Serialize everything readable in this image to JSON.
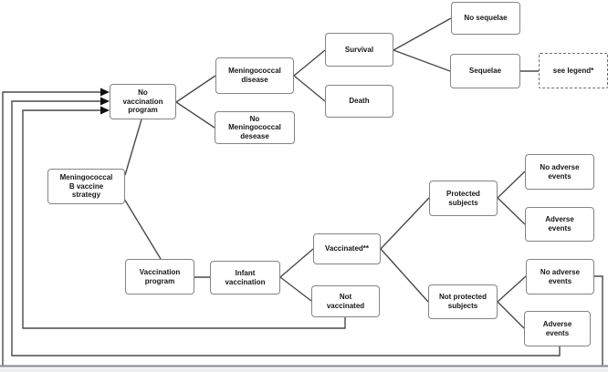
{
  "diagram": {
    "type": "decision-tree",
    "nodes": {
      "no_vaccination_program": {
        "label": [
          "No",
          "vaccination",
          "program"
        ]
      },
      "meningococcal_disease": {
        "label": [
          "Meningococcal",
          "disease"
        ]
      },
      "no_meningococcal_desease": {
        "label": [
          "No",
          "Meningococcal",
          "desease"
        ]
      },
      "survival": {
        "label": [
          "Survival"
        ]
      },
      "death": {
        "label": [
          "Death"
        ]
      },
      "no_sequelae": {
        "label": [
          "No sequelae"
        ]
      },
      "sequelae": {
        "label": [
          "Sequelae"
        ]
      },
      "see_legend": {
        "label": [
          "see legend*"
        ]
      },
      "strategy": {
        "label": [
          "Meningococcal",
          "B vaccine",
          "strategy"
        ]
      },
      "vaccination_program": {
        "label": [
          "Vaccination",
          "program"
        ]
      },
      "infant_vaccination": {
        "label": [
          "Infant",
          "vaccination"
        ]
      },
      "vaccinated": {
        "label": [
          "Vaccinated**"
        ]
      },
      "not_vaccinated": {
        "label": [
          "Not",
          "vaccinated"
        ]
      },
      "protected_subjects": {
        "label": [
          "Protected",
          "subjects"
        ]
      },
      "no_adverse_events_top": {
        "label": [
          "No adverse",
          "events"
        ]
      },
      "adverse_events_top": {
        "label": [
          "Adverse",
          "events"
        ]
      },
      "not_protected_subjects": {
        "label": [
          "Not protected",
          "subjects"
        ]
      },
      "no_adverse_events_bottom": {
        "label": [
          "No adverse",
          "events"
        ]
      },
      "adverse_events_bottom": {
        "label": [
          "Adverse",
          "events"
        ]
      }
    },
    "colors": {
      "line": "#4a4a4b",
      "box_border": "#848484",
      "box_fill": "#ffffff",
      "text": "#161616",
      "bottom_loop_line": "#8e9094",
      "arrowhead": "#111111"
    }
  }
}
